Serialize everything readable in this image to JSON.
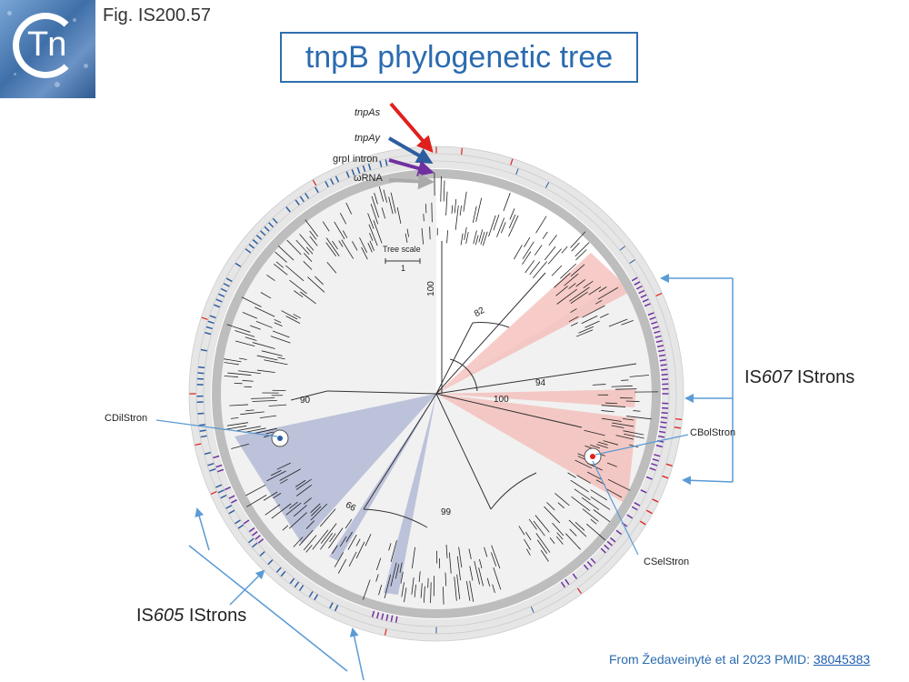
{
  "header": {
    "fig_label": "Fig. IS200.57",
    "title": "tnpB phylogenetic tree",
    "logo_text": "Tn"
  },
  "legend": {
    "tnpAs": "tnpAs",
    "tnpAy": "tnpAy",
    "grpI": "grpI intron",
    "omegaRNA": "ωRNA"
  },
  "tree": {
    "scale_label": "Tree scale",
    "scale_value": "1",
    "bootstrap": [
      "100",
      "82",
      "94",
      "100",
      "90",
      "66",
      "99"
    ]
  },
  "callouts": {
    "cdil": "CDilStron",
    "cbol": "CBolStron",
    "csel": "CSelStron"
  },
  "groups": {
    "is607_prefix": "IS",
    "is607_num": "607",
    "is607_suffix": " IStrons",
    "is605_prefix": "IS",
    "is605_num": "605",
    "is605_suffix": " IStrons"
  },
  "credit": {
    "text": "From Žedaveinytė et al 2023 PMID: ",
    "pmid": "38045383"
  },
  "colors": {
    "arrow_blue": "#5b9bd5",
    "tnpAs": "#e0201f",
    "tnpAy": "#2e5d9f",
    "grpI": "#7030a0",
    "omegaRNA": "#aaaaaa",
    "is607_wedge": "#f4b6b0",
    "is605_wedge": "#a9b2d2"
  }
}
